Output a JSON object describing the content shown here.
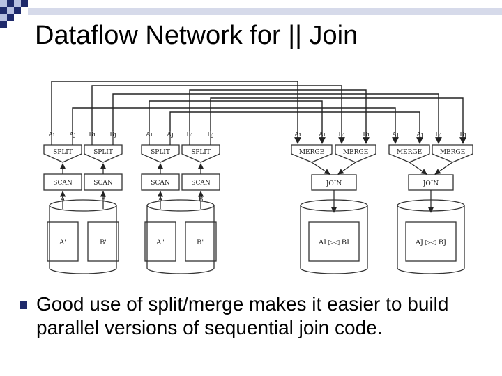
{
  "slide": {
    "title": "Dataflow Network for || Join",
    "bullets": [
      "Good use of split/merge makes it easier to build parallel versions of sequential join code."
    ]
  },
  "diagram": {
    "split_label": "SPLIT",
    "scan_label": "SCAN",
    "merge_label": "MERGE",
    "join_label": "JOIN",
    "split_outputs": [
      [
        "Ai",
        "Aj"
      ],
      [
        "Bi",
        "Bj"
      ],
      [
        "Ai",
        "Aj"
      ],
      [
        "Bi",
        "Bj"
      ]
    ],
    "scan_inputs": [
      "A",
      "B",
      "A",
      "B"
    ],
    "merge_inputs": [
      [
        "Ai",
        "Ai"
      ],
      [
        "Bi",
        "Bi"
      ],
      [
        "Aj",
        "Aj"
      ],
      [
        "Bj",
        "Bj"
      ]
    ],
    "disk_partitions": [
      [
        "A'",
        "B'"
      ],
      [
        "A\"",
        "B\""
      ]
    ],
    "join_outputs": [
      "AI ▷◁ BI",
      "AJ ▷◁ BJ"
    ]
  },
  "colors": {
    "accent_navy": "#1f2a6b",
    "accent_light": "#b7bfe0",
    "diagram_stroke": "#333333"
  }
}
